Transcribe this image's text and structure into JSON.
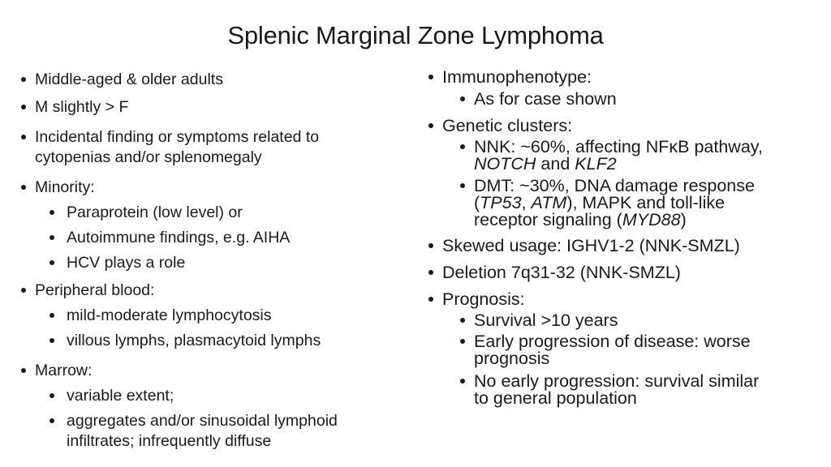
{
  "title": "Splenic Marginal Zone Lymphoma",
  "left": {
    "l1": "Middle-aged & older adults",
    "l2": "M slightly > F",
    "l3a": "Incidental finding or symptoms related to",
    "l3b": "cytopenias and/or splenomegaly",
    "l4": "Minority:",
    "l4a": "Paraprotein (low level) or",
    "l4b": "Autoimmune findings, e.g. AIHA",
    "l4c": "HCV plays a role",
    "l5": "Peripheral blood:",
    "l5a": "mild-moderate lymphocytosis",
    "l5b": "villous lymphs, plasmacytoid lymphs",
    "l6": "Marrow:",
    "l6a": "variable extent;",
    "l6b1": "aggregates and/or sinusoidal lymphoid",
    "l6b2": "infiltrates; infrequently diffuse"
  },
  "right": {
    "r1": "Immunophenotype:",
    "r1a": "As for case shown",
    "r2": "Genetic clusters:",
    "r2a1": "NNK: ~60%, affecting NFκB pathway,",
    "r2a2_i1": "NOTCH",
    "r2a2_t": " and ",
    "r2a2_i2": "KLF2",
    "r2b1": "DMT: ~30%, DNA damage response",
    "r2b2_p1": "(",
    "r2b2_i1": "TP53",
    "r2b2_p2": ", ",
    "r2b2_i2": "ATM",
    "r2b2_p3": "), MAPK and toll-like",
    "r2b3_p1": "receptor signaling (",
    "r2b3_i1": "MYD88",
    "r2b3_p2": ")",
    "r3": "Skewed usage: IGHV1-2 (NNK-SMZL)",
    "r4": "Deletion 7q31-32 (NNK-SMZL)",
    "r5": "Prognosis:",
    "r5a": "Survival >10 years",
    "r5b1": "Early progression of disease: worse",
    "r5b2": "prognosis",
    "r5c1": "No early progression: survival similar",
    "r5c2": "to general population"
  }
}
